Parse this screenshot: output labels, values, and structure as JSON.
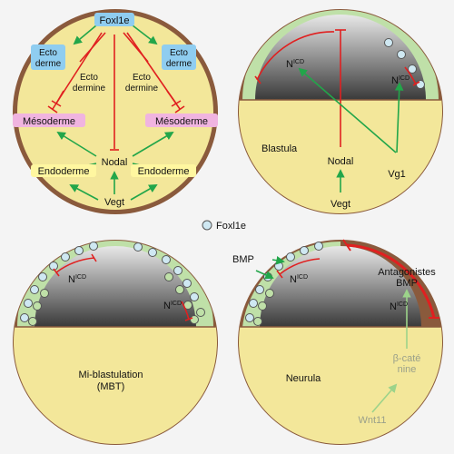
{
  "legend": {
    "label": "Foxl1e"
  },
  "panel1": {
    "foxl1e": "Foxl1e",
    "ecto_left_1": "Ecto",
    "ecto_left_2": "derme",
    "ecto_right_1": "Ecto",
    "ecto_right_2": "derme",
    "ecto_mid_left_1": "Ecto",
    "ecto_mid_left_2": "dermine",
    "ecto_mid_right_1": "Ecto",
    "ecto_mid_right_2": "dermine",
    "meso_left": "Mésoderme",
    "meso_right": "Mésoderme",
    "nodal": "Nodal",
    "endo_left": "Endoderme",
    "endo_right": "Endoderme",
    "vegt": "Vegt"
  },
  "panel2": {
    "nicd_left": "N",
    "nicd_right": "N",
    "icd": "ICD",
    "stage": "Blastula",
    "nodal": "Nodal",
    "vg1": "Vg1",
    "vegt": "Vegt"
  },
  "panel3": {
    "nicd_left": "N",
    "nicd_right": "N",
    "icd": "ICD",
    "stage_1": "Mi-blastulation",
    "stage_2": "(MBT)"
  },
  "panel4": {
    "bmp": "BMP",
    "nicd_left": "N",
    "nicd_right": "N",
    "icd": "ICD",
    "antag_1": "Antagonistes",
    "antag_2": "BMP",
    "stage": "Neurula",
    "bcat_1": "β-caté",
    "bcat_2": "nine",
    "wnt": "Wnt11"
  },
  "colors": {
    "brown": "#8a5a3c",
    "yolk": "#f3e79a",
    "green_layer": "#bfe0a8",
    "cell_fill": "#cfe8f2",
    "red": "#e02020",
    "green_arrow": "#22a64a",
    "meso_bg": "#f0b4e0",
    "ecto_bg": "#8fcdf0",
    "endo_bg": "#fff7a0"
  }
}
